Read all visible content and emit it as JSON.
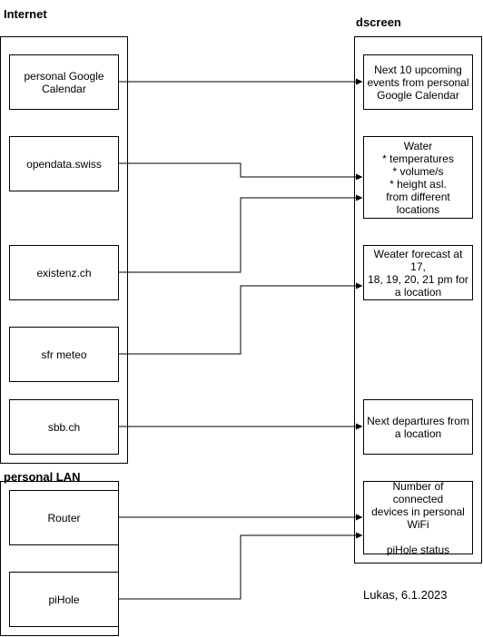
{
  "groups": {
    "internet": "Internet",
    "dscreen": "dscreen",
    "lan": "personal LAN"
  },
  "sources": {
    "google_calendar": "personal Google\nCalendar",
    "opendata": "opendata.swiss",
    "existenz": "existenz.ch",
    "srf_meteo": "sfr meteo",
    "sbb": "sbb.ch",
    "router": "Router",
    "pihole": "piHole"
  },
  "screens": {
    "calendar": "Next 10 upcoming\nevents from personal\nGoogle Calendar",
    "water": "Water\n* temperatures\n* volume/s\n* height asl.\nfrom different\nlocations",
    "weather": "Weater forecast at 17,\n18, 19, 20, 21 pm for\na location",
    "departures": "Next departures from\na location",
    "wifi": "Number of connected\ndevices in personal\nWiFi\n\npiHole status"
  },
  "author": "Lukas, 6.1.2023"
}
